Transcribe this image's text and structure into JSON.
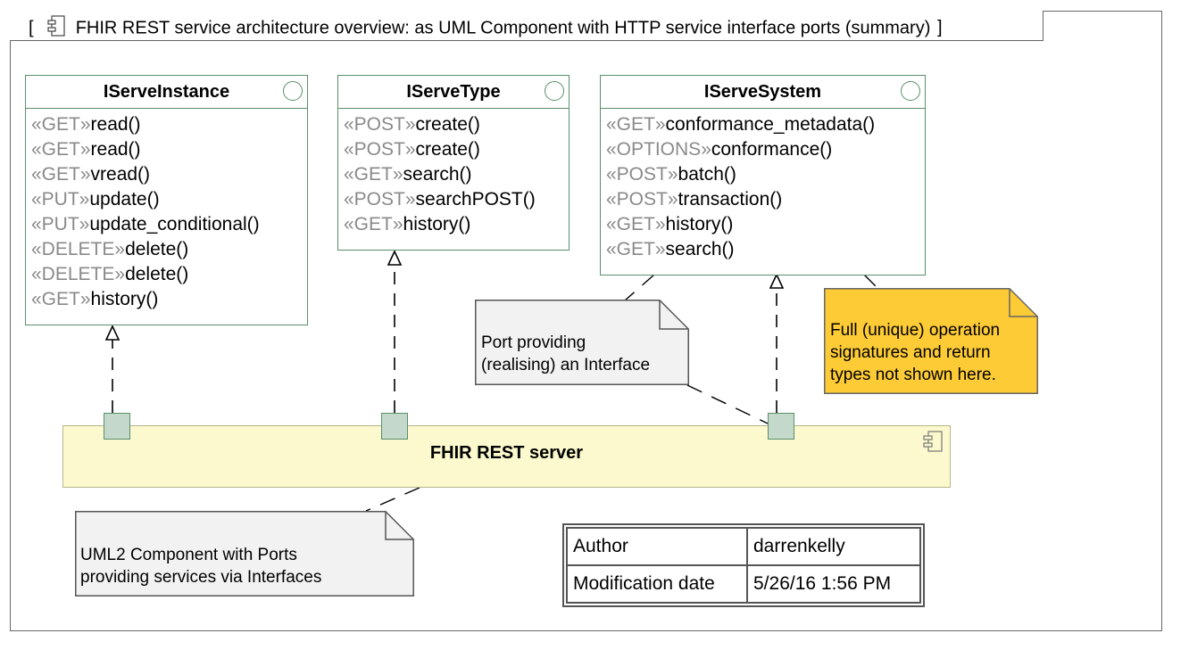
{
  "diagram": {
    "title": "FHIR REST service architecture overview: as UML Component with HTTP service interface ports (summary)",
    "bracket_open": "[",
    "bracket_close": "]"
  },
  "interfaces": [
    {
      "name": "IServeInstance",
      "operations": [
        {
          "stereotype": "«GET»",
          "name": "read()"
        },
        {
          "stereotype": "«GET»",
          "name": "read()"
        },
        {
          "stereotype": "«GET»",
          "name": "vread()"
        },
        {
          "stereotype": "«PUT»",
          "name": "update()"
        },
        {
          "stereotype": "«PUT»",
          "name": "update_conditional()"
        },
        {
          "stereotype": "«DELETE»",
          "name": "delete()"
        },
        {
          "stereotype": "«DELETE»",
          "name": "delete()"
        },
        {
          "stereotype": "«GET»",
          "name": "history()"
        }
      ]
    },
    {
      "name": "IServeType",
      "operations": [
        {
          "stereotype": "«POST»",
          "name": "create()"
        },
        {
          "stereotype": "«POST»",
          "name": "create()"
        },
        {
          "stereotype": "«GET»",
          "name": "search()"
        },
        {
          "stereotype": "«POST»",
          "name": "searchPOST()"
        },
        {
          "stereotype": "«GET»",
          "name": "history()"
        }
      ]
    },
    {
      "name": "IServeSystem",
      "operations": [
        {
          "stereotype": "«GET»",
          "name": "conformance_metadata()"
        },
        {
          "stereotype": "«OPTIONS»",
          "name": "conformance()"
        },
        {
          "stereotype": "«POST»",
          "name": "batch()"
        },
        {
          "stereotype": "«POST»",
          "name": "transaction()"
        },
        {
          "stereotype": "«GET»",
          "name": "history()"
        },
        {
          "stereotype": "«GET»",
          "name": "search()"
        }
      ]
    }
  ],
  "component": {
    "name": "FHIR REST server",
    "icon": "component-icon"
  },
  "notes": {
    "port_note": [
      "Port providing",
      "(realising) an Interface"
    ],
    "signature_note": [
      "Full (unique) operation",
      "signatures and return",
      "types not shown here."
    ],
    "component_note": [
      "UML2 Component with Ports",
      "providing services via Interfaces"
    ]
  },
  "info": {
    "author_label": "Author",
    "author_value": "darrenkelly",
    "date_label": "Modification date",
    "date_value": "5/26/16 1:56 PM"
  },
  "colors": {
    "interface_border": "#5a8f6a",
    "port_fill": "#c4d9cc",
    "component_fill": "#fbf9cd",
    "note_gray": "#f2f2f2",
    "note_yellow": "#fdcb35",
    "stereotype_gray": "#8a8a8a"
  }
}
